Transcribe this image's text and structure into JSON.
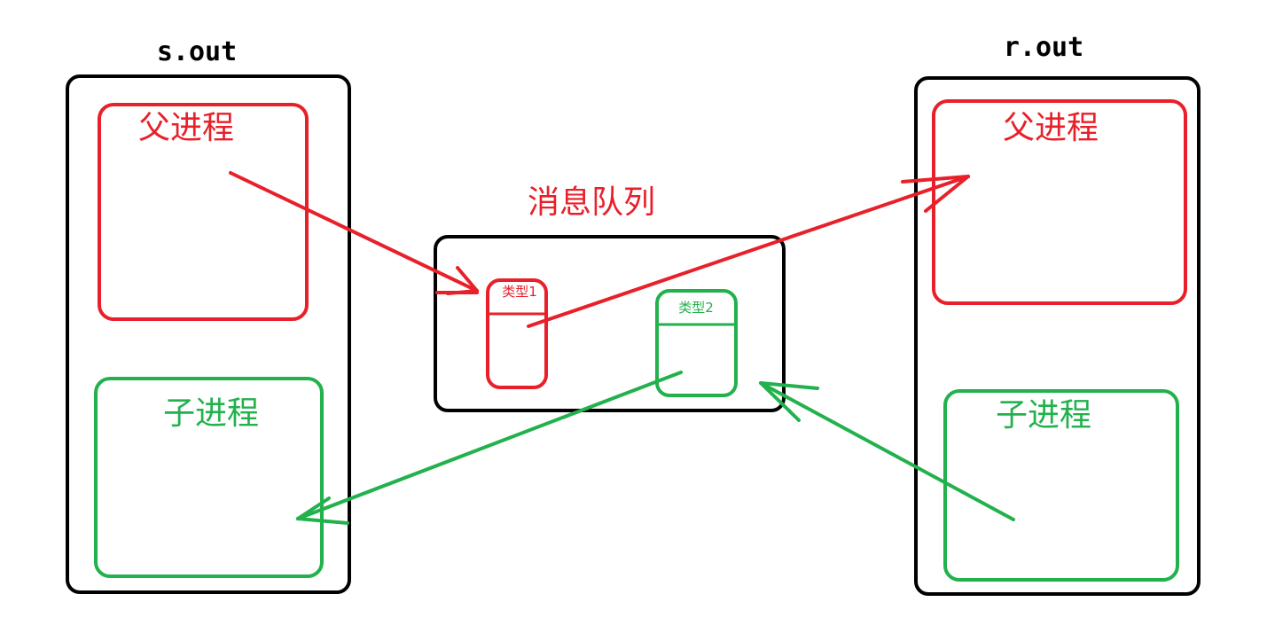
{
  "sender": {
    "title": "s.out",
    "parent_label": "父进程",
    "child_label": "子进程"
  },
  "queue": {
    "title": "消息队列",
    "type1_label": "类型1",
    "type2_label": "类型2"
  },
  "receiver": {
    "title": "r.out",
    "parent_label": "父进程",
    "child_label": "子进程"
  },
  "colors": {
    "outline": "#000000",
    "parent": "#e8202a",
    "child": "#22b14c"
  }
}
